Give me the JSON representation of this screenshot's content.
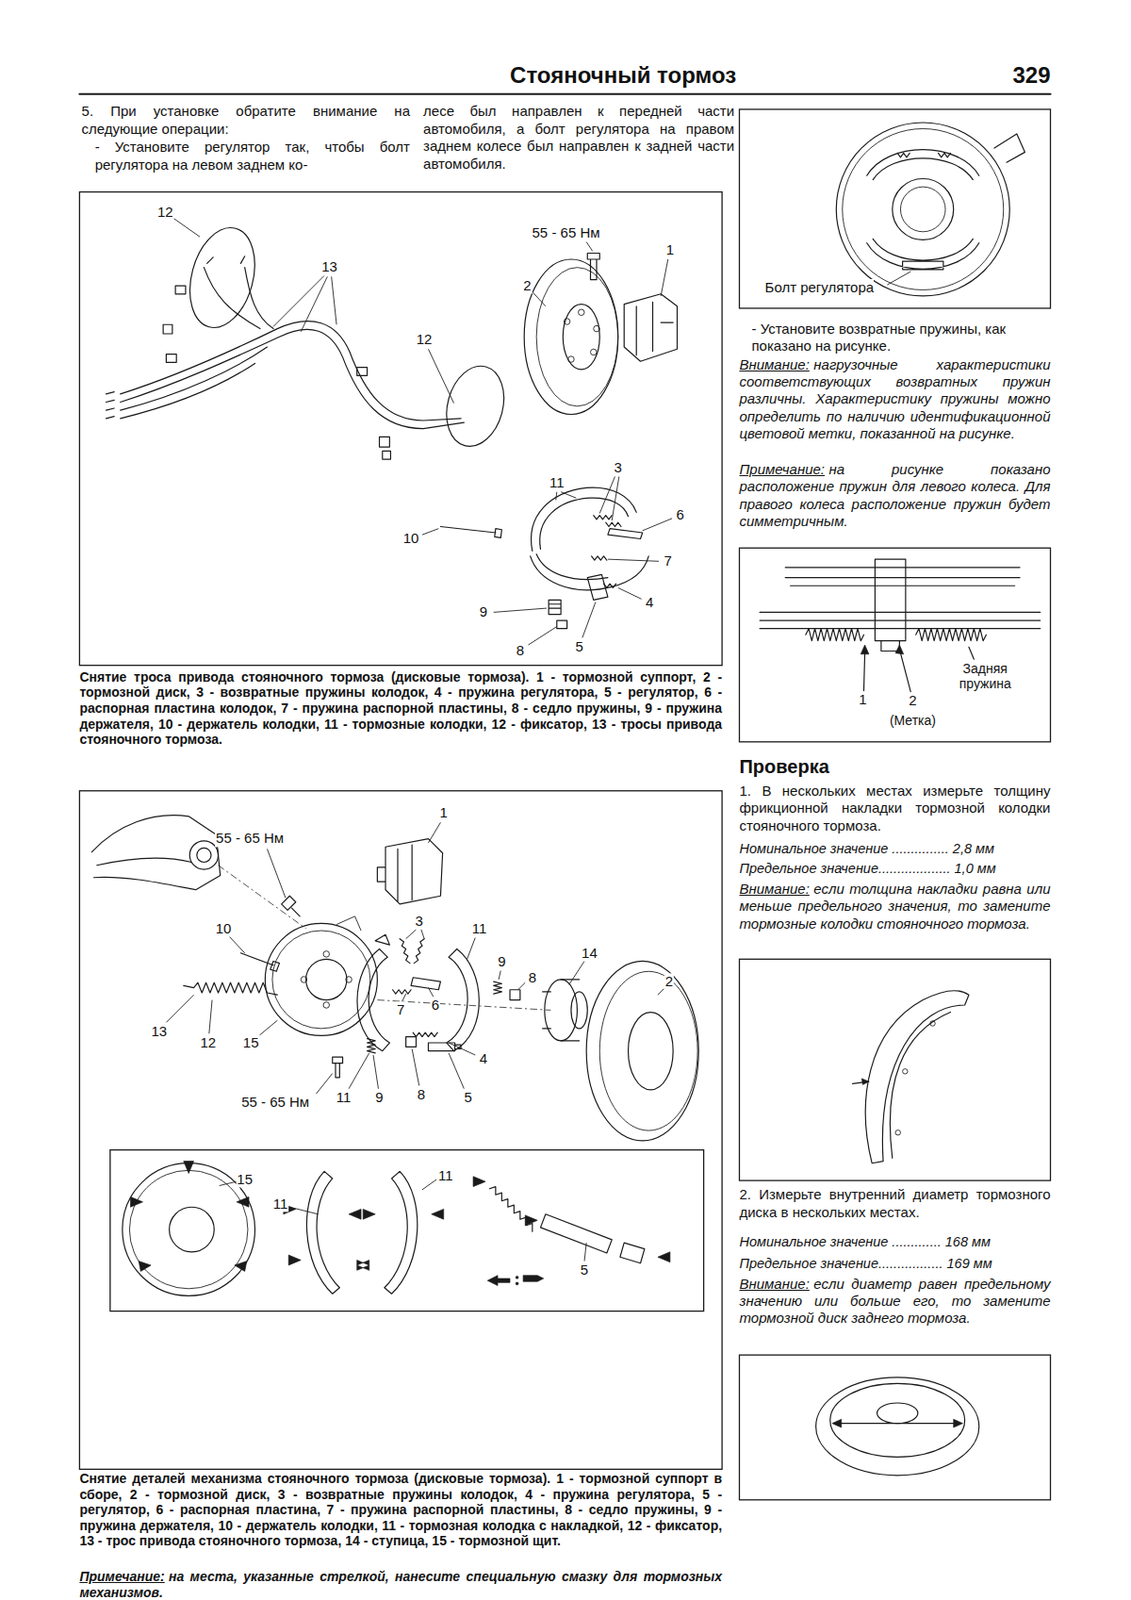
{
  "diagram": {
    "title": "Стояночный тормоз",
    "labels": [
      "329",
      "5. При установке обратите внимание на следующие операции:",
      "- Установите регулятор так, чтобы болт регулятора на левом заднем ко-",
      "лесе был направлен к передней части автомобиля, а болт регулятора на правом заднем колесе был направлен к задней части автомобиля.",
      "12",
      "13",
      "12",
      "55 - 65 Нм",
      "1",
      "2",
      "11",
      "3",
      "6",
      "7",
      "10",
      "4",
      "9",
      "8",
      "5",
      "Снятие троса привода стояночного тормоза (дисковые тормоза). 1 - тормозной суппорт, 2 - тормозной диск, 3 - возвратные пружины колодок, 4 - пружина регулятора, 5 - регулятор, 6 - распорная пластина колодок, 7 - пружина распорной пластины, 8 - седло пружины, 9 - пружина держателя, 10 - держатель колодки, 11 - тормозные колодки, 12 - фиксатор, 13 - тросы привода стояночного тормоза.",
      "1",
      "55 - 65 Нм",
      "10",
      "3",
      "11",
      "9",
      "8",
      "14",
      "2",
      "7",
      "6",
      "13",
      "12",
      "15",
      "4",
      "55 - 65 Нм",
      "11",
      "9",
      "8",
      "5",
      "15",
      "11",
      "11",
      "5",
      "Снятие деталей механизма стояночного тормоза (дисковые тормоза). 1 - тормозной суппорт в сборе, 2 - тормозной диск, 3 - возвратные пружины колодок, 4 - пружина регулятора, 5 - регулятор, 6 - распорная пластина, 7 - пружина распорной пластины, 8 - седло пружины, 9 - пружина держателя, 10 - держатель колодки, 11 - тормозная колодка с накладкой, 12 - фиксатор, 13 - трос привода стояночного тормоза, 14 - ступица, 15 - тормозной щит.",
      "Примечание:",
      "на места, указанные стрелкой, нанесите специальную смазку для тормозных механизмов.",
      "Болт регулятора",
      "- Установите возвратные пружины, как показано на рисунке.",
      "Внимание:",
      "нагрузочные характеристики соответствующих возвратных пружин различны. Характеристику пружины можно определить по наличию идентификационной цветовой метки, показанной на рисунке.",
      "Примечание:",
      "на рисунке показано расположение пружин для левого колеса. Для правого колеса расположение пружин будет симметричным.",
      "1",
      "2",
      "(Метка)",
      "Задняя пружина",
      "Проверка",
      "1. В нескольких местах измерьте толщину фрикционной накладки тормозной колодки стояночного тормоза.",
      "Номинальное значение ............... 2,8 мм",
      "Предельное значение................... 1,0 мм",
      "Внимание:",
      "если толщина накладки равна или меньше предельного значения, то замените тормозные колодки стояночного тормоза.",
      "2. Измерьте внутренний диаметр тормозного диска в нескольких местах.",
      "Номинальное значение ............. 168 мм",
      "Предельное значение................. 169 мм",
      "Внимание:",
      "если диаметр равен предельному значению или больше его, то замените тормозной диск заднего тормоза."
    ]
  }
}
